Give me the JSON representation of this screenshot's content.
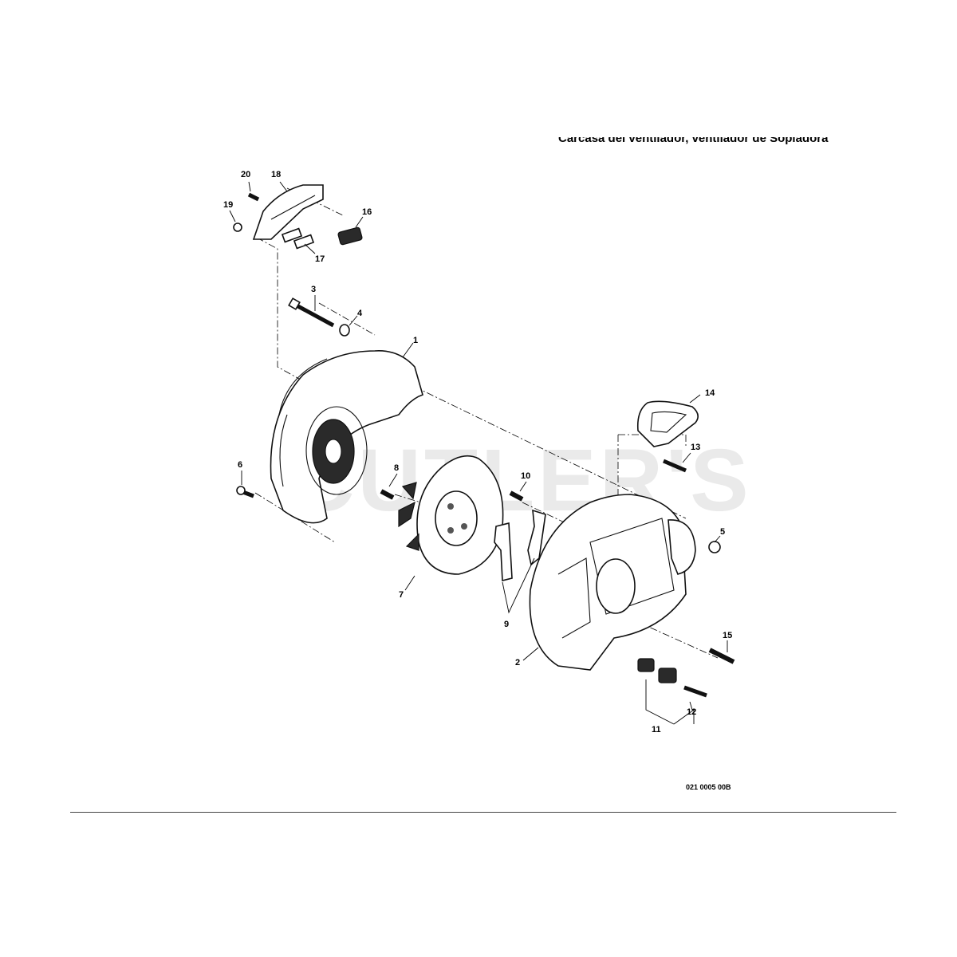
{
  "title": "Carcasa del ventilador, ventilador de Sopladora",
  "drawing_code": "021 0005 00B",
  "watermark": "CUTLER'S",
  "callouts": [
    "1",
    "2",
    "3",
    "4",
    "5",
    "6",
    "7",
    "8",
    "9",
    "10",
    "11",
    "12",
    "13",
    "14",
    "15",
    "16",
    "17",
    "18",
    "19",
    "20"
  ]
}
